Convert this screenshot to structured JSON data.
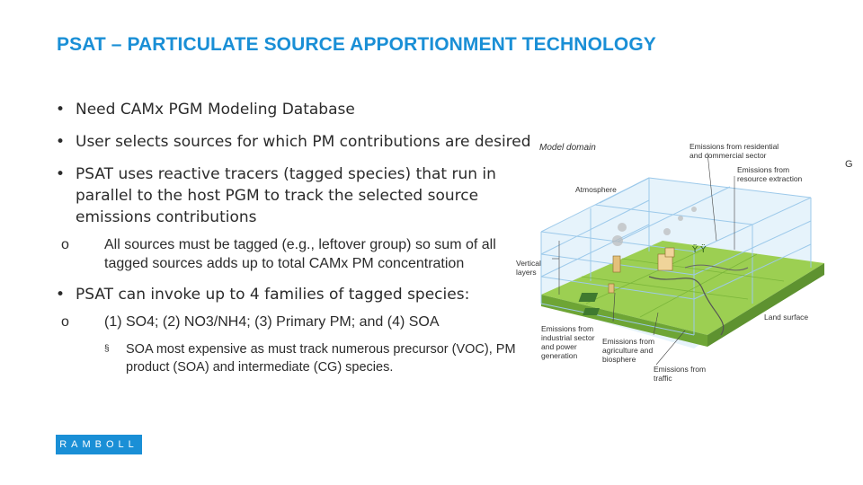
{
  "title": "PSAT – PARTICULATE SOURCE APPORTIONMENT TECHNOLOGY",
  "bullets": [
    {
      "marker": "•",
      "text": "Need CAMx PGM Modeling Database"
    },
    {
      "marker": "•",
      "text": "User selects sources for which PM contributions are desired"
    },
    {
      "marker": "•",
      "text": "PSAT uses reactive tracers (tagged species) that run in parallel to the host PGM to track the selected source emissions contributions"
    },
    {
      "marker": "o",
      "text": "All sources must be tagged (e.g., leftover group) so sum of all tagged sources adds up to total CAMx PM concentration"
    },
    {
      "marker": "•",
      "text": "PSAT can invoke up to 4 families of tagged species:"
    },
    {
      "marker": "o",
      "text": "(1) SO4; (2) NO3/NH4; (3) Primary PM; and (4) SOA"
    },
    {
      "marker": "§",
      "text": "SOA most expensive as must track numerous precursor (VOC), PM product (SOA) and intermediate (CG) species."
    }
  ],
  "logo": {
    "text": "RAMBOLL",
    "color": "#1a8fd6"
  },
  "diagram": {
    "model_domain": "Model domain",
    "atmosphere": "Atmosphere",
    "vertical_layers": "Vertical layers",
    "land_surface": "Land surface",
    "emissions_residential": "Emissions from residential and commercial sector",
    "emissions_resource": "Emissions from resource extraction",
    "emissions_industrial": "Emissions from industrial sector and power generation",
    "emissions_agriculture": "Emissions from agriculture and biosphere",
    "emissions_traffic": "Emissions from traffic",
    "cut_label": "G"
  },
  "colors": {
    "accent": "#1a8fd6",
    "grid_sky": "#cfe6f6",
    "ground": "#8dc63f"
  }
}
